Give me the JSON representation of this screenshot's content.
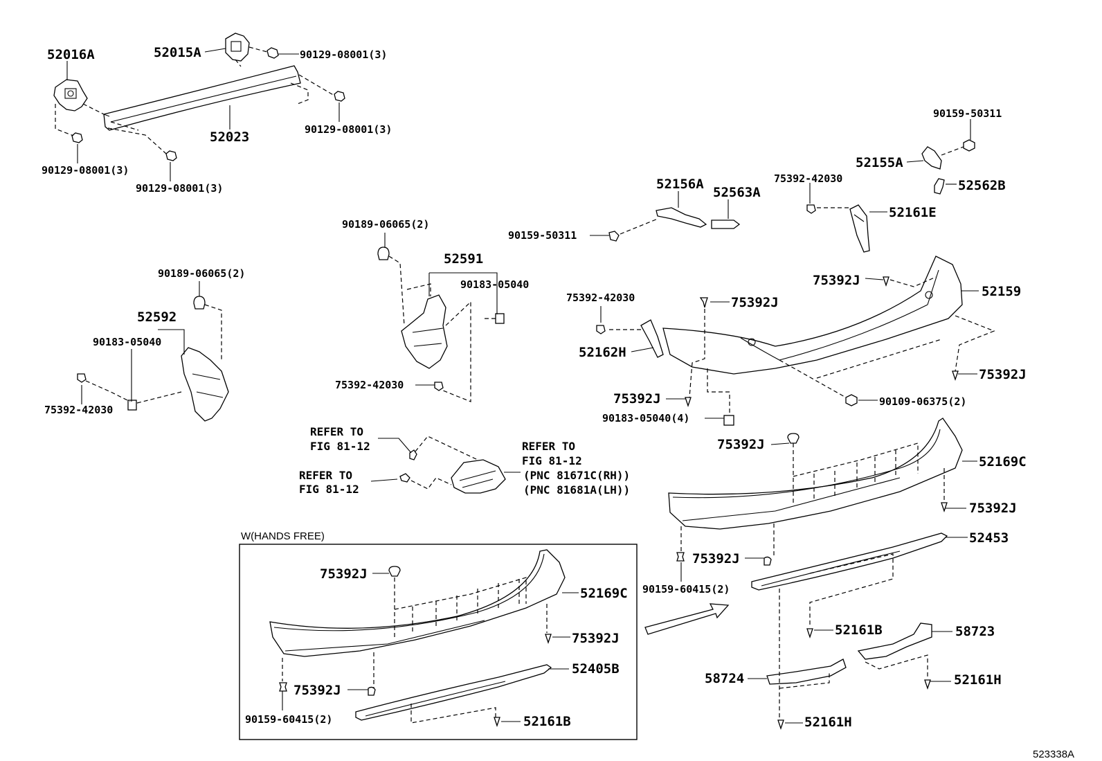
{
  "labels": {
    "p52016A": "52016A",
    "p52015A": "52015A",
    "p52023": "52023",
    "b90129_1": "90129-08001(3)",
    "b90129_2": "90129-08001(3)",
    "b90129_3": "90129-08001(3)",
    "b90129_4": "90129-08001(3)",
    "c90189_1": "90189-06065(2)",
    "p52591": "52591",
    "c90183_1": "90183-05040",
    "s75392_42030_1": "75392-42030",
    "c90189_2": "90189-06065(2)",
    "p52592": "52592",
    "c90183_2": "90183-05040",
    "s75392_42030_2": "75392-42030",
    "b90159_50311_1": "90159-50311",
    "p52156A": "52156A",
    "p52563A": "52563A",
    "b90159_50311_2": "90159-50311",
    "p52155A": "52155A",
    "p52562B": "52562B",
    "s75392_42030_3": "75392-42030",
    "p52161E": "52161E",
    "j75392J_1": "75392J",
    "p52159": "52159",
    "s75392_42030_4": "75392-42030",
    "j75392J_2": "75392J",
    "p52162H": "52162H",
    "j75392J_3": "75392J",
    "j75392J_4": "75392J",
    "b90109": "90109-06375(2)",
    "c90183_3": "90183-05040(4)",
    "j75392J_5": "75392J",
    "p52169C_1": "52169C",
    "j75392J_6": "75392J",
    "p52453": "52453",
    "j75392J_7": "75392J",
    "b90159_60415_1": "90159-60415(2)",
    "p52161B_1": "52161B",
    "p58723": "58723",
    "p58724": "58724",
    "p52161H_1": "52161H",
    "p52161H_2": "52161H",
    "refer1a": "REFER TO",
    "refer1b": "FIG 81-12",
    "refer2a": "REFER TO",
    "refer2b": "FIG 81-12",
    "refer3a": "REFER TO",
    "refer3b": "FIG 81-12",
    "pnc_rh": "(PNC 81671C(RH))",
    "pnc_lh": "(PNC 81681A(LH))",
    "inset_title": "W(HANDS FREE)",
    "inset_j1": "75392J",
    "inset_p52169C": "52169C",
    "inset_j2": "75392J",
    "inset_p52405B": "52405B",
    "inset_j3": "75392J",
    "inset_b90159": "90159-60415(2)",
    "inset_p52161B": "52161B",
    "footer_id": "523338A"
  }
}
